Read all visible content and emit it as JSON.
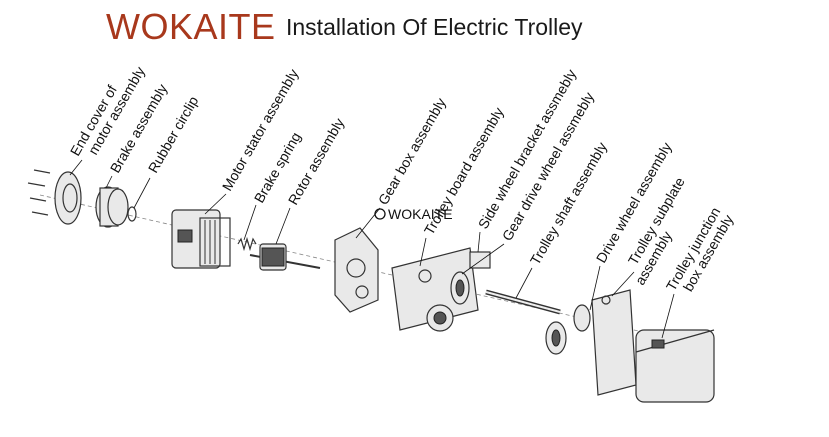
{
  "header": {
    "brand": "WOKAITE",
    "title": "Installation Of Electric Trolley"
  },
  "watermark": "WOKAITE",
  "labels": [
    {
      "id": "end-cover",
      "lines": [
        "End cover of",
        "motor assembly"
      ]
    },
    {
      "id": "brake-assembly",
      "lines": [
        "Brake assembly"
      ]
    },
    {
      "id": "rubber-circlip",
      "lines": [
        "Rubber circlip"
      ]
    },
    {
      "id": "motor-stator",
      "lines": [
        "Motor stator assembly"
      ]
    },
    {
      "id": "brake-spring",
      "lines": [
        "Brake spring"
      ]
    },
    {
      "id": "rotor-assembly",
      "lines": [
        "Rotor assembly"
      ]
    },
    {
      "id": "gear-box",
      "lines": [
        "Gear box assembly"
      ]
    },
    {
      "id": "trolley-board",
      "lines": [
        "Trolley board assembly"
      ]
    },
    {
      "id": "side-wheel-bracket",
      "lines": [
        "Side wheel bracket assmebly"
      ]
    },
    {
      "id": "gear-drive-wheel",
      "lines": [
        "Gear drive wheel assmebly"
      ]
    },
    {
      "id": "trolley-shaft",
      "lines": [
        "Trolley shaft assembly"
      ]
    },
    {
      "id": "drive-wheel",
      "lines": [
        "Drive wheel assembly"
      ]
    },
    {
      "id": "trolley-subplate",
      "lines": [
        "Trolley subplate",
        "assembly"
      ]
    },
    {
      "id": "trolley-junction",
      "lines": [
        "Trolley junction",
        "box assembly"
      ]
    }
  ]
}
